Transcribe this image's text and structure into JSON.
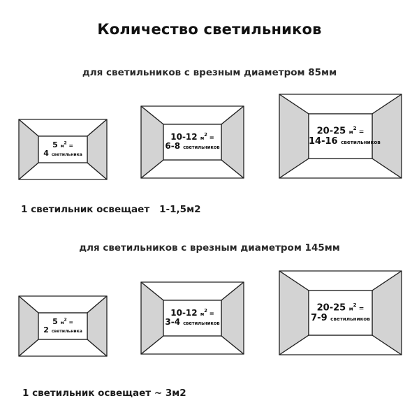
{
  "title": "Количество светильников",
  "section1": {
    "subtitle": "для светильников с врезным диаметром 85мм",
    "note_label": "1 светильник освещает",
    "note_value": "1-1,5м2",
    "rooms": [
      {
        "area": "5",
        "unit": "м",
        "sup": "2",
        "eq": "=",
        "count": "4",
        "count_word": "светильника"
      },
      {
        "area": "10-12",
        "unit": "м",
        "sup": "2",
        "eq": "=",
        "count": "6-8",
        "count_word": "светильников"
      },
      {
        "area": "20-25",
        "unit": "м",
        "sup": "2",
        "eq": "=",
        "count": "14-16",
        "count_word": "светильников"
      }
    ]
  },
  "section2": {
    "subtitle": "для светильников с врезным диаметром 145мм",
    "note": "1 светильник освещает ~ 3м2",
    "rooms": [
      {
        "area": "5",
        "unit": "м",
        "sup": "2",
        "eq": "=",
        "count": "2",
        "count_word": "светильника"
      },
      {
        "area": "10-12",
        "unit": "м",
        "sup": "2",
        "eq": "=",
        "count": "3-4",
        "count_word": "светильников"
      },
      {
        "area": "20-25",
        "unit": "м",
        "sup": "2",
        "eq": "=",
        "count": "7-9",
        "count_word": "светильников"
      }
    ]
  },
  "colors": {
    "wall_side": "#d3d3d3",
    "wall_top": "#ffffff",
    "outline": "#222222",
    "floor": "#ffffff"
  }
}
